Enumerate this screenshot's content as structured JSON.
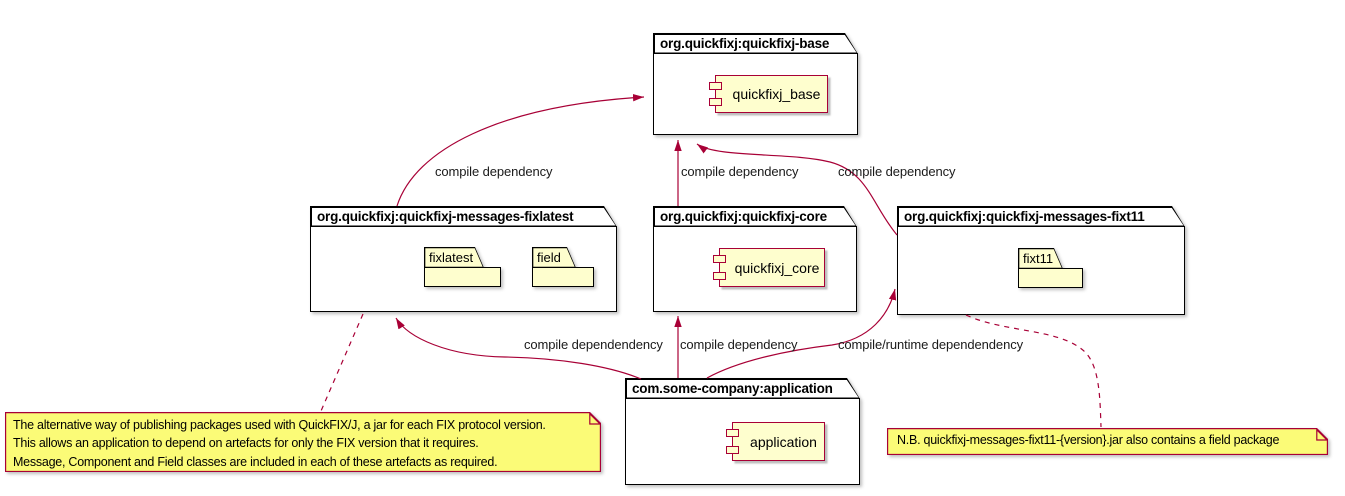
{
  "packages": {
    "base": {
      "title": "org.quickfixj:quickfixj-base",
      "component": "quickfixj_base"
    },
    "messages_fixlatest": {
      "title": "org.quickfixj:quickfixj-messages-fixlatest",
      "folders": [
        "fixlatest",
        "field"
      ]
    },
    "core": {
      "title": "org.quickfixj:quickfixj-core",
      "component": "quickfixj_core"
    },
    "messages_fixt11": {
      "title": "org.quickfixj:quickfixj-messages-fixt11",
      "folders": [
        "fixt11"
      ]
    },
    "application": {
      "title": "com.some-company:application",
      "component": "application"
    }
  },
  "edges": [
    {
      "from": "org.quickfixj:quickfixj-messages-fixlatest",
      "to": "org.quickfixj:quickfixj-base",
      "label": "compile dependency",
      "style": "solid"
    },
    {
      "from": "org.quickfixj:quickfixj-core",
      "to": "org.quickfixj:quickfixj-base",
      "label": "compile dependency",
      "style": "solid"
    },
    {
      "from": "org.quickfixj:quickfixj-messages-fixt11",
      "to": "org.quickfixj:quickfixj-base",
      "label": "compile dependency",
      "style": "solid"
    },
    {
      "from": "com.some-company:application",
      "to": "org.quickfixj:quickfixj-messages-fixlatest",
      "label": "compile dependendency",
      "style": "solid"
    },
    {
      "from": "com.some-company:application",
      "to": "org.quickfixj:quickfixj-core",
      "label": "compile dependency",
      "style": "solid"
    },
    {
      "from": "com.some-company:application",
      "to": "org.quickfixj:quickfixj-messages-fixt11",
      "label": "compile/runtime dependendency",
      "style": "solid"
    }
  ],
  "notes": {
    "left": {
      "line1": "The alternative way of publishing packages used with QuickFIX/J, a jar for each FIX protocol version.",
      "line2": "This allows an application to depend on artefacts for only the FIX version that it requires.",
      "line3": "Message, Component and Field classes are included in each of these artefacts as required.",
      "attached_to": "org.quickfixj:quickfixj-messages-fixlatest"
    },
    "right": {
      "text": "N.B. quickfixj-messages-fixt11-{version}.jar also contains a field package",
      "attached_to": "org.quickfixj:quickfixj-messages-fixt11"
    }
  },
  "colors": {
    "arrow": "#A80036",
    "component_fill": "#FEFECE",
    "component_border": "#A80036",
    "folder_fill": "#FEFECE",
    "folder_border": "#000000",
    "package_border": "#000000",
    "note_fill": "#FBFB77",
    "note_border": "#A80036",
    "background": "#FFFFFF"
  }
}
